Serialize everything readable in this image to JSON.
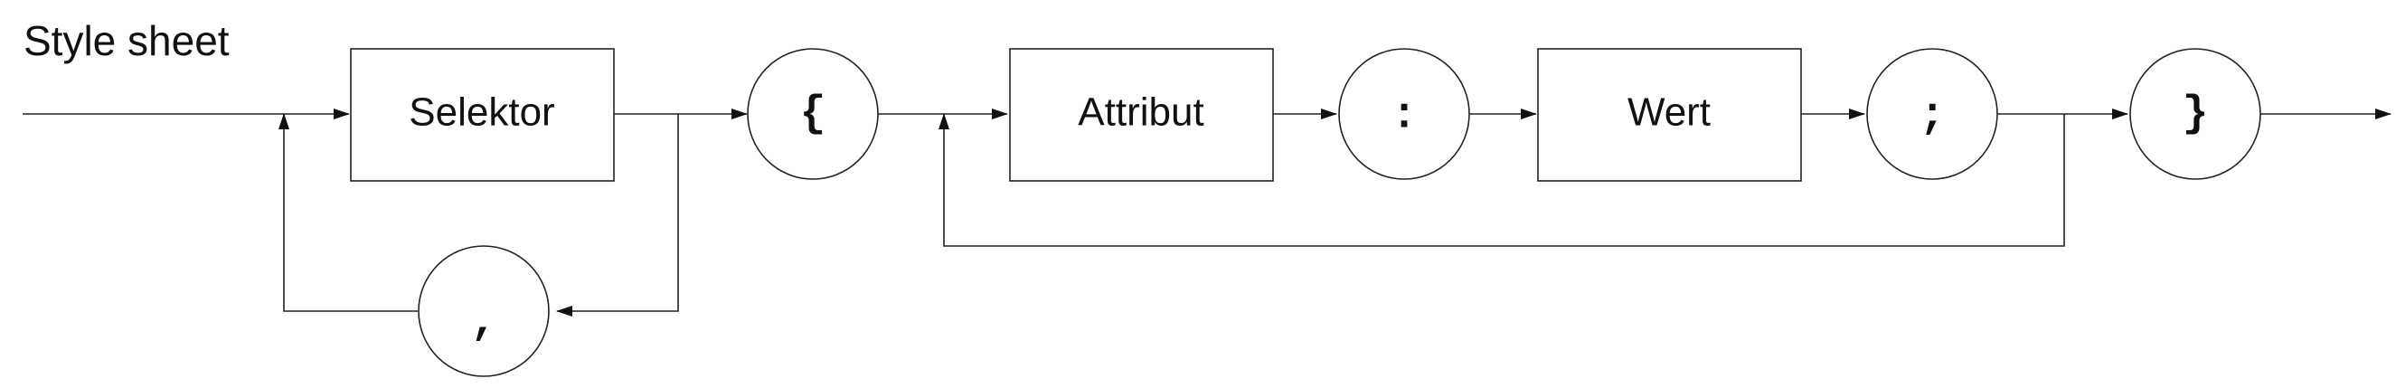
{
  "diagram": {
    "title": "Style sheet",
    "nodes": {
      "selektor": "Selektor",
      "comma": ",",
      "open_brace": "{",
      "attribut": "Attribut",
      "colon": ":",
      "wert": "Wert",
      "semicolon": ";",
      "close_brace": "}"
    }
  }
}
